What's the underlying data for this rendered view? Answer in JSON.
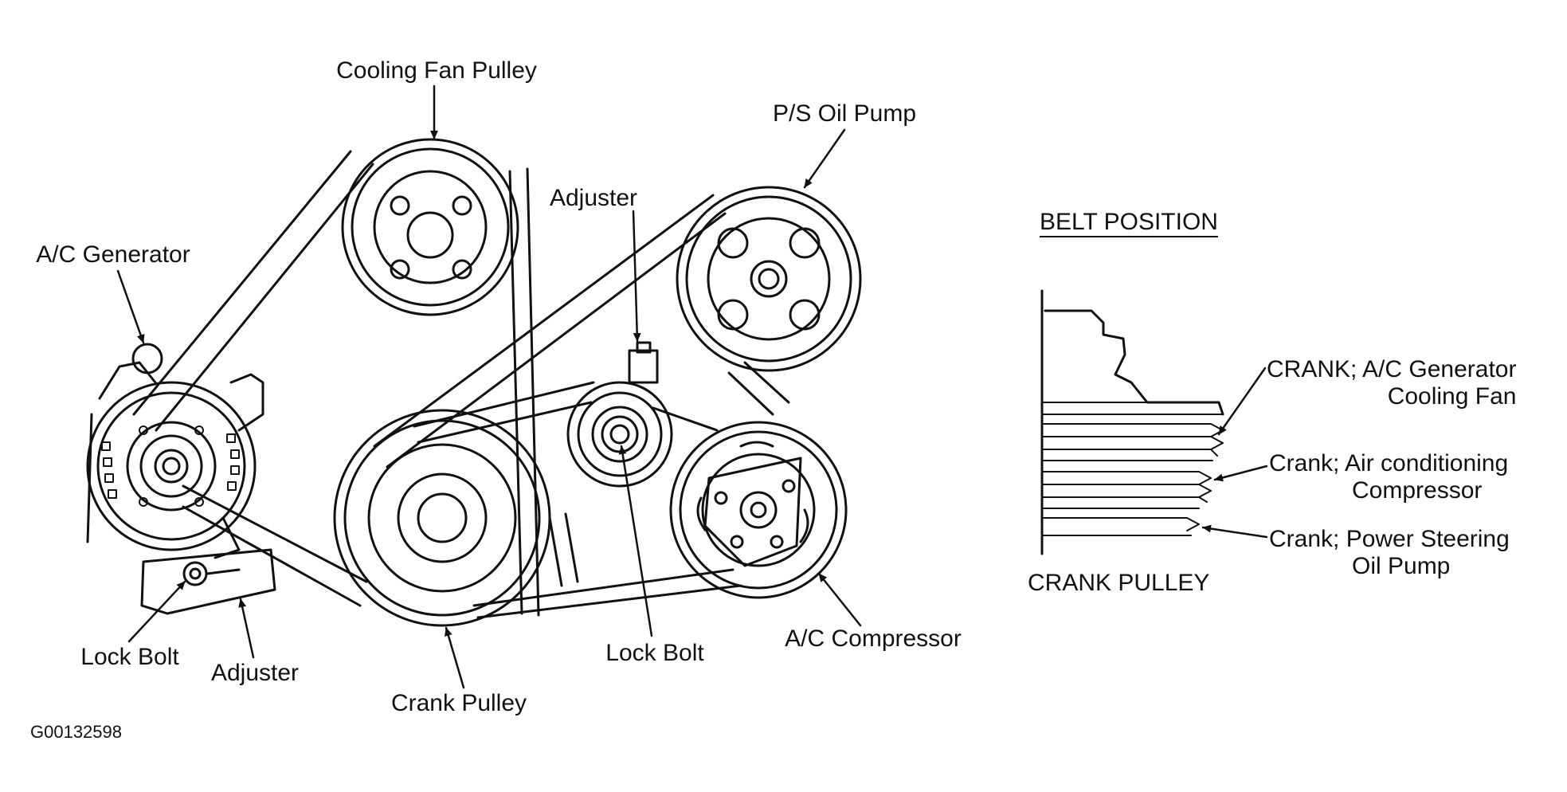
{
  "colors": {
    "ink": "#111111",
    "background": "#ffffff"
  },
  "labels": {
    "cooling_fan_pulley": "Cooling Fan Pulley",
    "ps_oil_pump": "P/S Oil Pump",
    "adjuster_top": "Adjuster",
    "ac_generator": "A/C Generator",
    "lock_bolt_left": "Lock Bolt",
    "adjuster_bottom": "Adjuster",
    "crank_pulley": "Crank Pulley",
    "lock_bolt_center": "Lock Bolt",
    "ac_compressor": "A/C Compressor",
    "figure_id": "G00132598"
  },
  "belt_position": {
    "heading": "BELT POSITION",
    "pulley_label": "CRANK PULLEY",
    "belts": [
      {
        "line1": "CRANK; A/C Generator",
        "line2": "Cooling Fan"
      },
      {
        "line1": "Crank; Air conditioning",
        "line2": "Compressor"
      },
      {
        "line1": "Crank; Power Steering",
        "line2": "Oil Pump"
      }
    ]
  }
}
